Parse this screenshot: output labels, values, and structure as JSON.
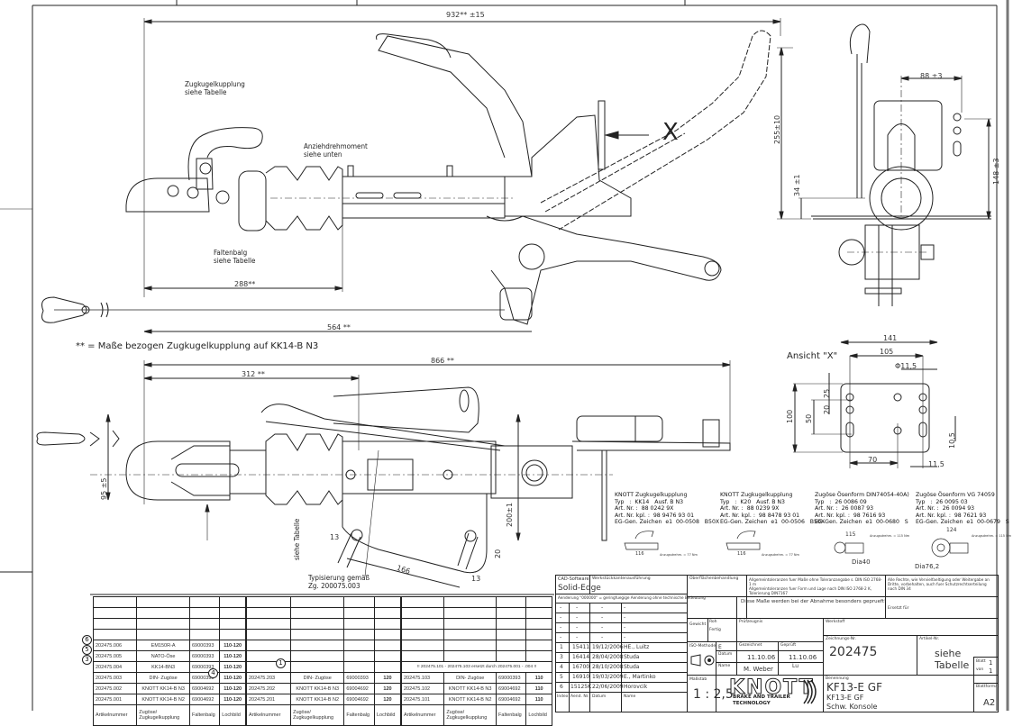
{
  "drawing": {
    "title": "KF13-E GF",
    "subtitle_1": "KF13-E GF",
    "subtitle_2": "Schw. Konsole",
    "drawing_number": "202475",
    "article_number": "siehe Tabelle",
    "scale": "1 : 2,5",
    "format": "A2",
    "sheet": "1",
    "of_sheets": "1",
    "cad_software_label": "CAD-Software",
    "cad_software": "Solid-Edge",
    "manufacturer": "KNOTT",
    "manufacturer_tagline_1": "BRAKE AND TRAILER",
    "manufacturer_tagline_2": "TECHNOLOGY"
  },
  "annotations": {
    "coupling_label_1": "Zugkugelkupplung",
    "coupling_label_2": "siehe Tabelle",
    "torque_label_1": "Anziehdrehmoment",
    "torque_label_2": "siehe unten",
    "bellows_label_1": "Faltenbalg",
    "bellows_label_2": "siehe Tabelle",
    "view_marker": "X",
    "view_title": "Ansicht \"X\"",
    "footnote": "** = Maße bezogen Zugkugelkupplung auf KK14-B N3",
    "typing_1": "Typisierung gemäß",
    "typing_2": "Zg. 200075.003",
    "see_table_vertical": "siehe Tabelle"
  },
  "dimensions": {
    "overall_length": "932** ±15",
    "bellows_length": "288**",
    "length_564": "564 **",
    "length_866": "866 **",
    "length_312": "312 **",
    "height_255": "255±10",
    "height_34": "34 ±1",
    "width_88": "88 ±3",
    "height_148": "148 ±3",
    "height_95": "95 ±5",
    "height_200": "200±1",
    "slot_13a": "13",
    "slot_13b": "13",
    "slot_20": "20",
    "spacing_166": "166",
    "plate_141": "141",
    "plate_105": "105",
    "hole_dia": "Φ11,5",
    "plate_25": "25",
    "plate_20": "20",
    "plate_50": "50",
    "plate_100": "100",
    "plate_70": "70",
    "plate_10_5": "10,5",
    "plate_11_5": "11,5"
  },
  "specs": [
    {
      "title": "KNOTT Zugkugelkupplung",
      "typ": "Typ   :  KK14   Ausf. B N3",
      "art": "Art. Nr. :  88 0242 9X",
      "art_kpl": "Art. Nr. kpl. :  98 9476 93 01",
      "eg": "EG-Gen. Zeichen  e1  00-0508   B50X"
    },
    {
      "title": "KNOTT Zugkugelkupplung",
      "typ": "Typ   :  K20   Ausf. B N3",
      "art": "Art. Nr. :  88 0239 9X",
      "art_kpl": "Art. Nr. kpl. :  98 8478 93 01",
      "eg": "EG-Gen. Zeichen  e1  00-0506   B50X"
    },
    {
      "title": "Zugöse Ösenform DIN74054-40A)",
      "typ": "Typ   :  26 0086 09",
      "art": "Art. Nr. :  26 0087 93",
      "art_kpl": "Art. Nr. kpl. :  98 7616 93",
      "eg": "EG-Gen. Zeichen  e1  00-0680   S"
    },
    {
      "title": "Zugöse Ösenform VG 74059",
      "typ": "Typ   :  26 0095 03",
      "art": "Art. Nr. :  26 0094 93",
      "art_kpl": "Art. Nr. kpl. :  98 7621 93",
      "eg": "EG-Gen. Zeichen  e1  00-0679   S"
    }
  ],
  "spec_details": {
    "d1": "116",
    "d2": "116",
    "d3": "115",
    "d4": "124",
    "dia40": "Dia40",
    "dia76": "Dia76,2",
    "torque_a": "Anzugsdrehm. = 77 Nm",
    "torque_b": "Anzugsdrehm. = 77 Nm",
    "torque_c": "Anzugsdrehm. = 115 Nm",
    "torque_d": "Anzugsdrehm. = 115 Nm"
  },
  "parts_table": {
    "headers": [
      "Artikelnummer",
      "Zugöse/ Zugkugelkupplung",
      "Faltenbalg",
      "Lochbild"
    ],
    "group1": [
      {
        "idx": "6",
        "art": "202475.006",
        "coupling": "EM150R-A",
        "bellows": "69000393",
        "hole": "110-120"
      },
      {
        "idx": "5",
        "art": "202475.005",
        "coupling": "NATO-Öse",
        "bellows": "69000393",
        "hole": "110-120"
      },
      {
        "idx": "3",
        "art": "202475.004",
        "coupling": "KK14-BN3",
        "bellows": "69000393",
        "hole": "110-120"
      },
      {
        "idx": "",
        "art": "202475.003",
        "coupling": "DIN- Zugöse",
        "bellows": "69000393",
        "hole": "110-120"
      },
      {
        "idx": "4",
        "art": "202475.002",
        "coupling": "KNOTT KK14-B N3",
        "bellows": "69004692",
        "hole": "110-120"
      },
      {
        "idx": "",
        "art": "202475.001",
        "coupling": "KNOTT KK14-B N2",
        "bellows": "69004692",
        "hole": "110-120"
      }
    ],
    "group2": [
      {
        "idx": "1",
        "art": "202475.203",
        "coupling": "DIN- Zugöse",
        "bellows": "69000393",
        "hole": "120"
      },
      {
        "idx": "",
        "art": "202475.202",
        "coupling": "KNOTT KK14-B N3",
        "bellows": "69004692",
        "hole": "120"
      },
      {
        "idx": "",
        "art": "202475.201",
        "coupling": "KNOTT KK14-B N2",
        "bellows": "69004692",
        "hole": "120"
      }
    ],
    "group3": [
      {
        "art": "202475.103",
        "coupling": "DIN- Zugöse",
        "bellows": "69000393",
        "hole": "110"
      },
      {
        "art": "202475.102",
        "coupling": "KNOTT KK14-B N3",
        "bellows": "69004692",
        "hole": "110"
      },
      {
        "art": "202475.101",
        "coupling": "KNOTT KK14-B N2",
        "bellows": "69004692",
        "hole": "110"
      }
    ],
    "replacement_note": "!! 202475.101 - 202475.103 ersetzt durch 202475.001 - .004 !!"
  },
  "revisions": {
    "header_note": "Aenderung \"000000\" = geringfuegige Aenderung ohne technische Bedeutung",
    "rows": [
      {
        "idx": "-",
        "no": "-",
        "date": "-",
        "name": "-"
      },
      {
        "idx": "-",
        "no": "-",
        "date": "-",
        "name": "-"
      },
      {
        "idx": "-",
        "no": "-",
        "date": "-",
        "name": "-"
      },
      {
        "idx": "-",
        "no": "-",
        "date": "-",
        "name": "-"
      },
      {
        "idx": "1",
        "no": "15411",
        "date": "19/12/2006",
        "name": "HE., Luitz"
      },
      {
        "idx": "3",
        "no": "16414",
        "date": "28/04/2008",
        "name": "Studa"
      },
      {
        "idx": "4",
        "no": "16700",
        "date": "28/10/2008",
        "name": "Studa"
      },
      {
        "idx": "5",
        "no": "16910",
        "date": "19/03/2009",
        "name": "E., Martinko"
      },
      {
        "idx": "6",
        "no": "15125K",
        "date": "22/06/2009",
        "name": "Horovcik"
      }
    ],
    "col_labels": [
      "Index",
      "Aend. Nr.",
      "Datum",
      "Name"
    ]
  },
  "title_block": {
    "surface_treatment": "Werkstückkantenausführung",
    "surface_label": "Oberflächenbehandlung",
    "general_tolerance": "Allgemeintoleranzen fuer Maße ohne Toleranzangabe s. DIN ISO 2768-1 m",
    "general_tolerance_2": "Allgemeintoleranzen fuer Form und Lage nach DIN ISO 2768-2 K, Tolerierung DIN7167",
    "rights": "Alle Rechte, wie Vervielfaeltigung oder Weitergabe an Dritte, vorbehalten, auch fuer Schutzrechtserteilung nach DIN 34",
    "check_note": "Diese Maße werden bei der Abnahme besonders geprueft!",
    "weight_label": "Gewicht",
    "raw_label": "Roh",
    "finished_label": "Fertig",
    "test_label": "Prüfzeugnis",
    "material_label": "Werkstoff",
    "iso_label": "ISO-Methode",
    "iso_value": "E",
    "drawn_label": "Gezeichnet",
    "checked_label": "Geprüft",
    "date_label": "Datum",
    "drawn_date": "11.10.06",
    "checked_date": "11.10.06",
    "name_label": "Name",
    "drawn_name": "M. Weber",
    "checked_name": "Lu",
    "scale_label": "Maßstab",
    "drawing_no_label": "Zeichnungs-Nr.",
    "article_label": "Artikel-Nr.",
    "designation_label": "Benennung",
    "sheet_label": "Blatt",
    "of_label": "von",
    "format_label": "Blattformat",
    "replaced_label": "Ersetzt für"
  }
}
